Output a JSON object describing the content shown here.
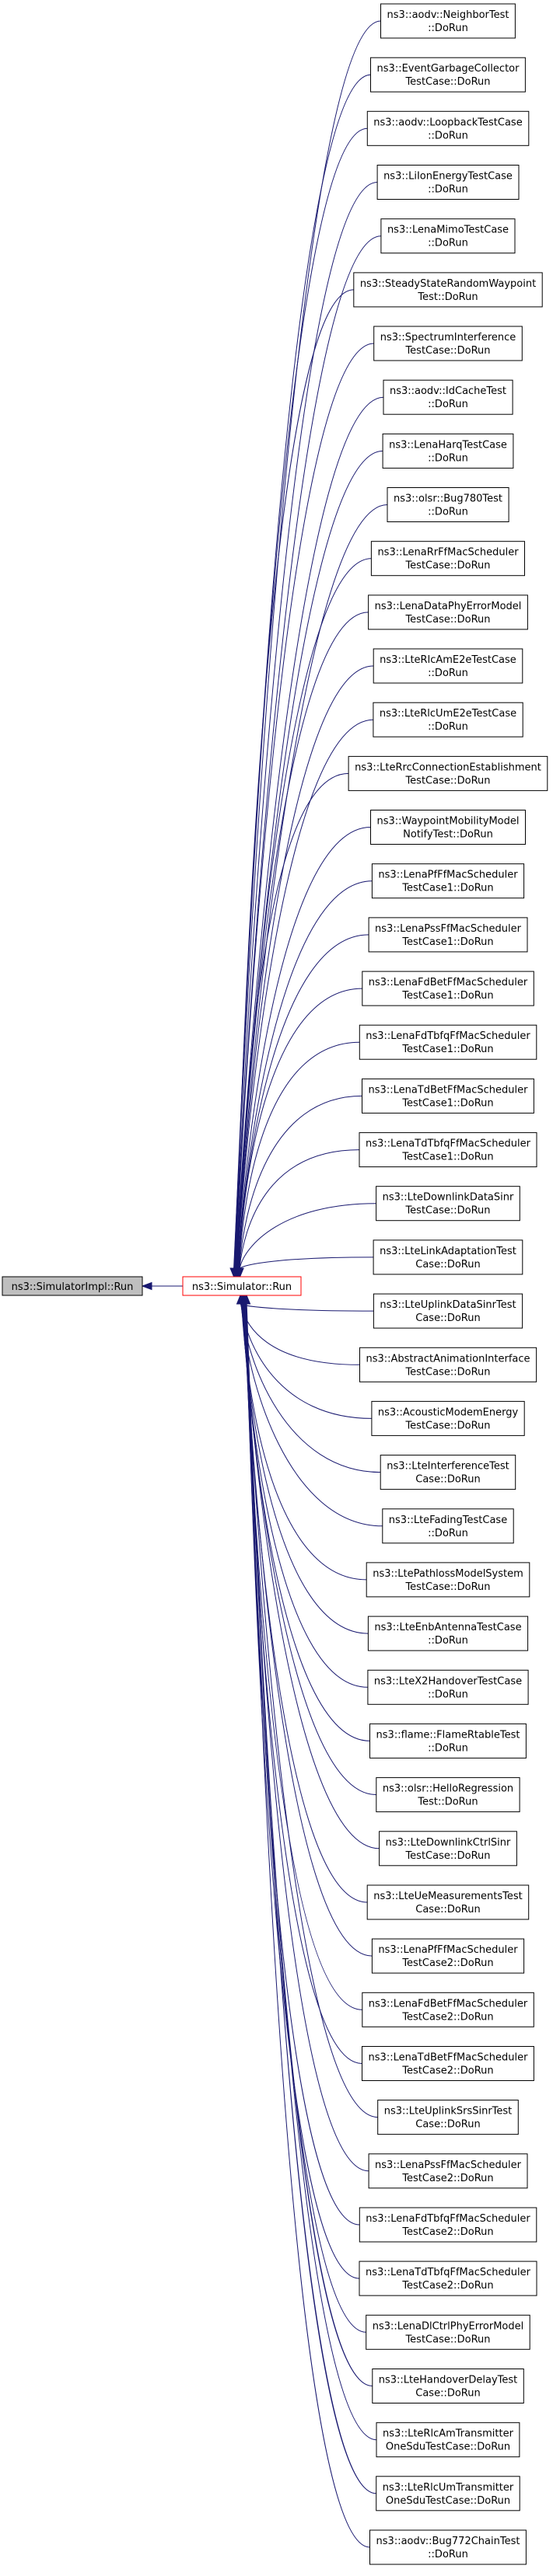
{
  "graph": {
    "root": {
      "label": "ns3::SimulatorImpl::Run"
    },
    "focus": {
      "label": "ns3::Simulator::Run"
    },
    "callers": [
      {
        "lines": [
          "ns3::aodv::NeighborTest",
          "::DoRun"
        ]
      },
      {
        "lines": [
          "ns3::EventGarbageCollector",
          "TestCase::DoRun"
        ]
      },
      {
        "lines": [
          "ns3::aodv::LoopbackTestCase",
          "::DoRun"
        ]
      },
      {
        "lines": [
          "ns3::LiIonEnergyTestCase",
          "::DoRun"
        ]
      },
      {
        "lines": [
          "ns3::LenaMimoTestCase",
          "::DoRun"
        ]
      },
      {
        "lines": [
          "ns3::SteadyStateRandomWaypoint",
          "Test::DoRun"
        ]
      },
      {
        "lines": [
          "ns3::SpectrumInterference",
          "TestCase::DoRun"
        ]
      },
      {
        "lines": [
          "ns3::aodv::IdCacheTest",
          "::DoRun"
        ]
      },
      {
        "lines": [
          "ns3::LenaHarqTestCase",
          "::DoRun"
        ]
      },
      {
        "lines": [
          "ns3::olsr::Bug780Test",
          "::DoRun"
        ]
      },
      {
        "lines": [
          "ns3::LenaRrFfMacScheduler",
          "TestCase::DoRun"
        ]
      },
      {
        "lines": [
          "ns3::LenaDataPhyErrorModel",
          "TestCase::DoRun"
        ]
      },
      {
        "lines": [
          "ns3::LteRlcAmE2eTestCase",
          "::DoRun"
        ]
      },
      {
        "lines": [
          "ns3::LteRlcUmE2eTestCase",
          "::DoRun"
        ]
      },
      {
        "lines": [
          "ns3::LteRrcConnectionEstablishment",
          "TestCase::DoRun"
        ]
      },
      {
        "lines": [
          "ns3::WaypointMobilityModel",
          "NotifyTest::DoRun"
        ]
      },
      {
        "lines": [
          "ns3::LenaPfFfMacScheduler",
          "TestCase1::DoRun"
        ]
      },
      {
        "lines": [
          "ns3::LenaPssFfMacScheduler",
          "TestCase1::DoRun"
        ]
      },
      {
        "lines": [
          "ns3::LenaFdBetFfMacScheduler",
          "TestCase1::DoRun"
        ]
      },
      {
        "lines": [
          "ns3::LenaFdTbfqFfMacScheduler",
          "TestCase1::DoRun"
        ]
      },
      {
        "lines": [
          "ns3::LenaTdBetFfMacScheduler",
          "TestCase1::DoRun"
        ]
      },
      {
        "lines": [
          "ns3::LenaTdTbfqFfMacScheduler",
          "TestCase1::DoRun"
        ]
      },
      {
        "lines": [
          "ns3::LteDownlinkDataSinr",
          "TestCase::DoRun"
        ]
      },
      {
        "lines": [
          "ns3::LteLinkAdaptationTest",
          "Case::DoRun"
        ]
      },
      {
        "lines": [
          "ns3::LteUplinkDataSinrTest",
          "Case::DoRun"
        ]
      },
      {
        "lines": [
          "ns3::AbstractAnimationInterface",
          "TestCase::DoRun"
        ]
      },
      {
        "lines": [
          "ns3::AcousticModemEnergy",
          "TestCase::DoRun"
        ]
      },
      {
        "lines": [
          "ns3::LteInterferenceTest",
          "Case::DoRun"
        ]
      },
      {
        "lines": [
          "ns3::LteFadingTestCase",
          "::DoRun"
        ]
      },
      {
        "lines": [
          "ns3::LtePathlossModelSystem",
          "TestCase::DoRun"
        ]
      },
      {
        "lines": [
          "ns3::LteEnbAntennaTestCase",
          "::DoRun"
        ]
      },
      {
        "lines": [
          "ns3::LteX2HandoverTestCase",
          "::DoRun"
        ]
      },
      {
        "lines": [
          "ns3::flame::FlameRtableTest",
          "::DoRun"
        ]
      },
      {
        "lines": [
          "ns3::olsr::HelloRegression",
          "Test::DoRun"
        ]
      },
      {
        "lines": [
          "ns3::LteDownlinkCtrlSinr",
          "TestCase::DoRun"
        ]
      },
      {
        "lines": [
          "ns3::LteUeMeasurementsTest",
          "Case::DoRun"
        ]
      },
      {
        "lines": [
          "ns3::LenaPfFfMacScheduler",
          "TestCase2::DoRun"
        ]
      },
      {
        "lines": [
          "ns3::LenaFdBetFfMacScheduler",
          "TestCase2::DoRun"
        ]
      },
      {
        "lines": [
          "ns3::LenaTdBetFfMacScheduler",
          "TestCase2::DoRun"
        ]
      },
      {
        "lines": [
          "ns3::LteUplinkSrsSinrTest",
          "Case::DoRun"
        ]
      },
      {
        "lines": [
          "ns3::LenaPssFfMacScheduler",
          "TestCase2::DoRun"
        ]
      },
      {
        "lines": [
          "ns3::LenaFdTbfqFfMacScheduler",
          "TestCase2::DoRun"
        ]
      },
      {
        "lines": [
          "ns3::LenaTdTbfqFfMacScheduler",
          "TestCase2::DoRun"
        ]
      },
      {
        "lines": [
          "ns3::LenaDlCtrlPhyErrorModel",
          "TestCase::DoRun"
        ]
      },
      {
        "lines": [
          "ns3::LteHandoverDelayTest",
          "Case::DoRun"
        ]
      },
      {
        "lines": [
          "ns3::LteRlcAmTransmitter",
          "OneSduTestCase::DoRun"
        ]
      },
      {
        "lines": [
          "ns3::LteRlcUmTransmitter",
          "OneSduTestCase::DoRun"
        ]
      },
      {
        "lines": [
          "ns3::aodv::Bug772ChainTest",
          "::DoRun"
        ]
      }
    ]
  },
  "colors": {
    "edge": "#191970",
    "node_border": "#000000",
    "focus_border": "#ff0000",
    "root_fill": "#bfbfbf",
    "node_fill": "#ffffff",
    "text": "#000000"
  }
}
